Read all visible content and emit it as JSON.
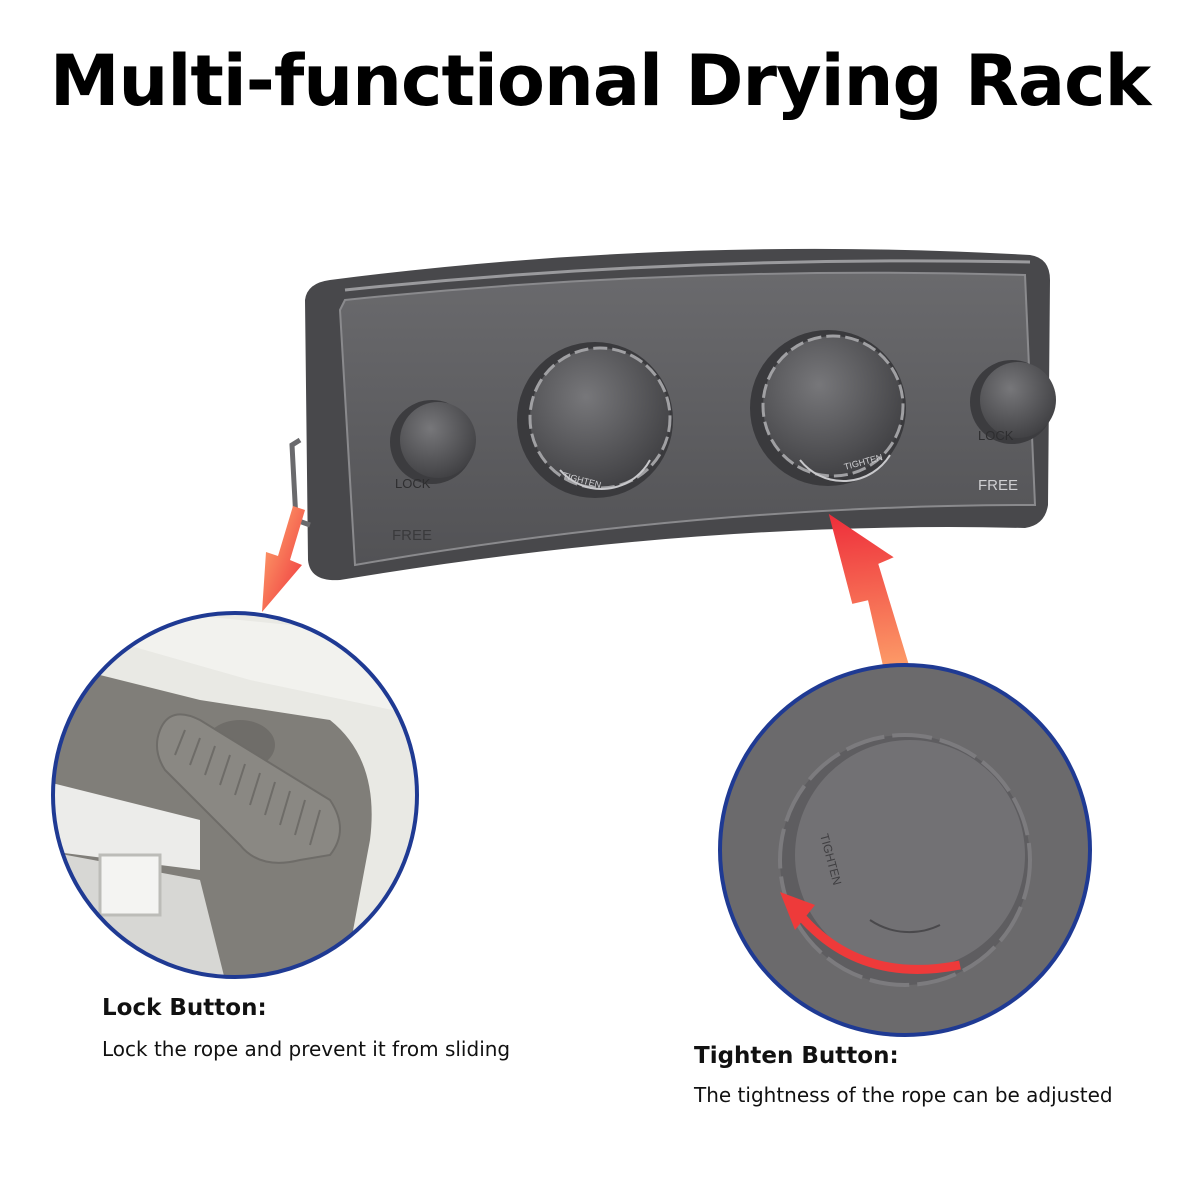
{
  "title": "Multi-functional Drying Rack",
  "device": {
    "left_lock_label": "LOCK",
    "left_free_label": "FREE",
    "right_lock_label": "LOCK",
    "right_free_label": "FREE",
    "knob_label": "TIGHTEN"
  },
  "lock_section": {
    "heading": "Lock Button:",
    "description": "Lock the rope and prevent it from sliding"
  },
  "tighten_section": {
    "heading": "Tighten Button:",
    "description": "The tightness of the rope can be adjusted",
    "knob_label": "TIGHTEN"
  },
  "colors": {
    "circle_border": "#1f3a93",
    "device_body": "#5b5b5e",
    "arrow": "#ee3a3a"
  }
}
